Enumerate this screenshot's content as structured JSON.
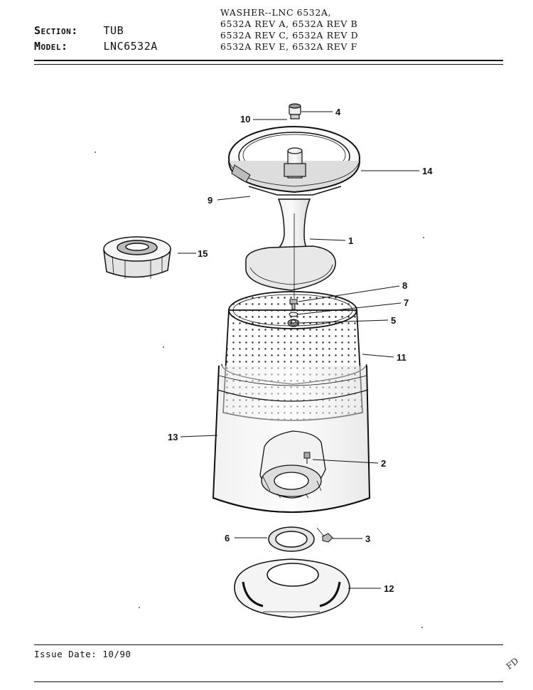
{
  "header": {
    "section_label": "Section:",
    "section_value": "TUB",
    "model_label": "Model:",
    "model_value": "LNC6532A",
    "title_lines": [
      "WASHER--LNC 6532A,",
      "6532A REV A, 6532A REV B",
      "6532A REV C, 6532A REV D",
      "6532A REV E, 6532A REV F"
    ]
  },
  "callouts": {
    "c1": "1",
    "c2": "2",
    "c3": "3",
    "c4": "4",
    "c5": "5",
    "c6": "6",
    "c7": "7",
    "c8": "8",
    "c9": "9",
    "c10": "10",
    "c11": "11",
    "c12": "12",
    "c13": "13",
    "c14": "14",
    "c15": "15"
  },
  "footer": {
    "issue_date": "Issue Date: 10/90",
    "mark": "FD"
  }
}
